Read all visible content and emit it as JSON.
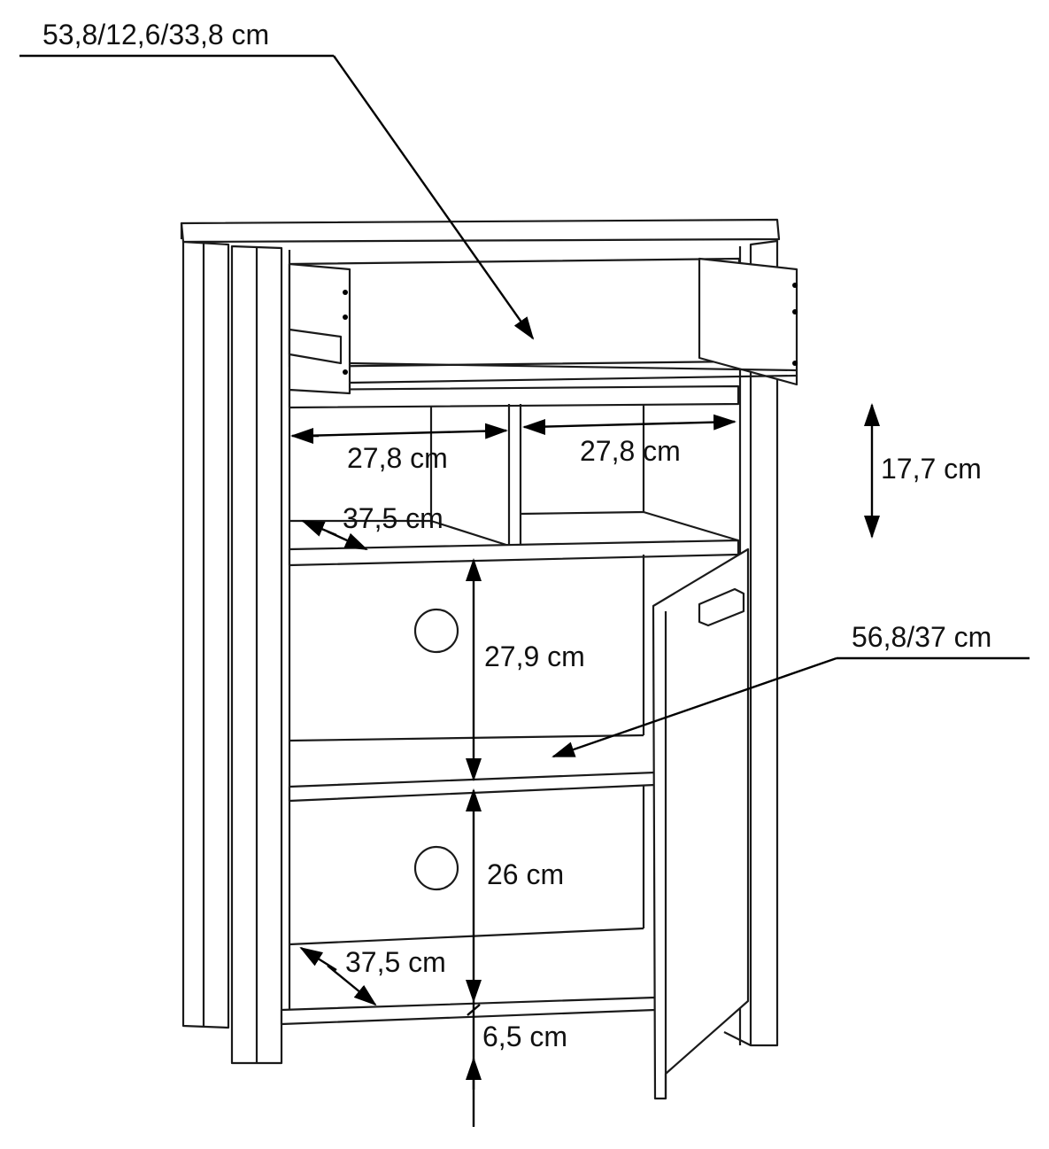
{
  "labels": {
    "drawer": "53,8/12,6/33,8 cm",
    "compartment_left_width": "27,8 cm",
    "compartment_right_width": "27,8 cm",
    "compartment_height": "17,7 cm",
    "compartment_depth": "37,5 cm",
    "middle_height": "27,9 cm",
    "shelf": "56,8/37 cm",
    "lower_height": "26 cm",
    "lower_depth": "37,5 cm",
    "leg_height": "6,5 cm"
  },
  "colors": {
    "line": "#1a1a1a",
    "background": "#ffffff"
  }
}
